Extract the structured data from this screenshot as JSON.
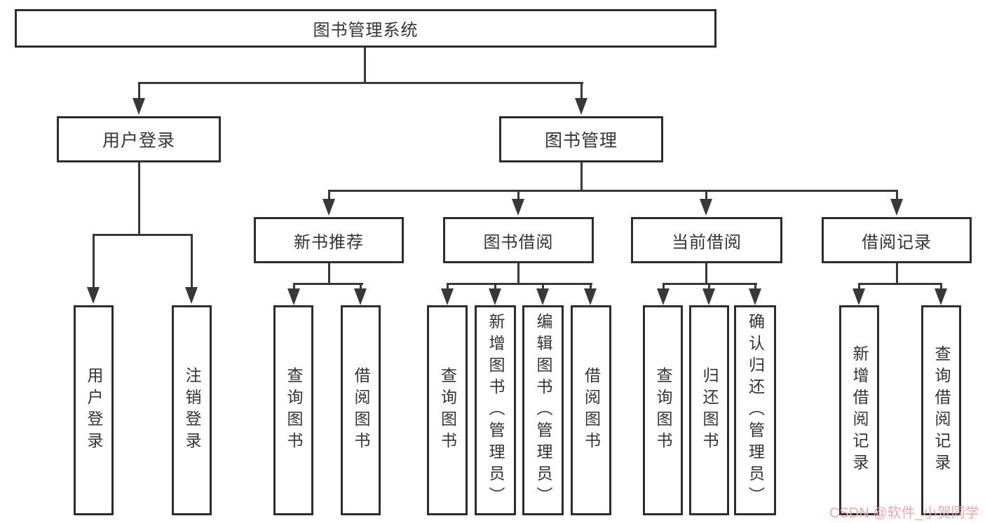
{
  "diagram": {
    "root": {
      "label": "图书管理系统"
    },
    "level2": [
      {
        "label": "用户登录"
      },
      {
        "label": "图书管理"
      }
    ],
    "level3": [
      {
        "label": "新书推荐"
      },
      {
        "label": "图书借阅"
      },
      {
        "label": "当前借阅"
      },
      {
        "label": "借阅记录"
      }
    ],
    "leaves": [
      {
        "label": "用户登录"
      },
      {
        "label": "注销登录"
      },
      {
        "label": "查询图书"
      },
      {
        "label": "借阅图书"
      },
      {
        "label": "查询图书"
      },
      {
        "label": "新增图书（管理员）"
      },
      {
        "label": "编辑图书（管理员）"
      },
      {
        "label": "借阅图书"
      },
      {
        "label": "查询图书"
      },
      {
        "label": "归还图书"
      },
      {
        "label": "确认归还（管理员）"
      },
      {
        "label": "新增借阅记录"
      },
      {
        "label": "查询借阅记录"
      }
    ]
  },
  "watermark": {
    "text": "CSDN @软件_小贺同学",
    "color": "#f2a6a6"
  },
  "colors": {
    "line": "#383838",
    "border": "#2d2d2d",
    "text": "#333333",
    "background": "#ffffff"
  }
}
